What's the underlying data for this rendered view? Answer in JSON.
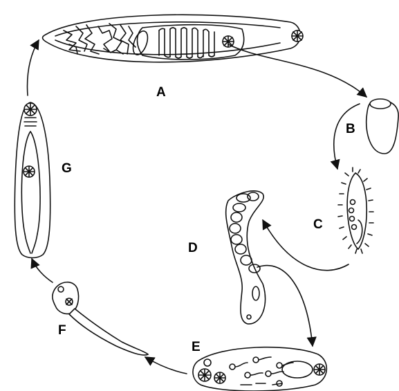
{
  "labels": {
    "a": "A",
    "b": "B",
    "c": "C",
    "d": "D",
    "e": "E",
    "f": "F",
    "g": "G"
  },
  "colors": {
    "ink": "#111111",
    "background": "#ffffff"
  }
}
